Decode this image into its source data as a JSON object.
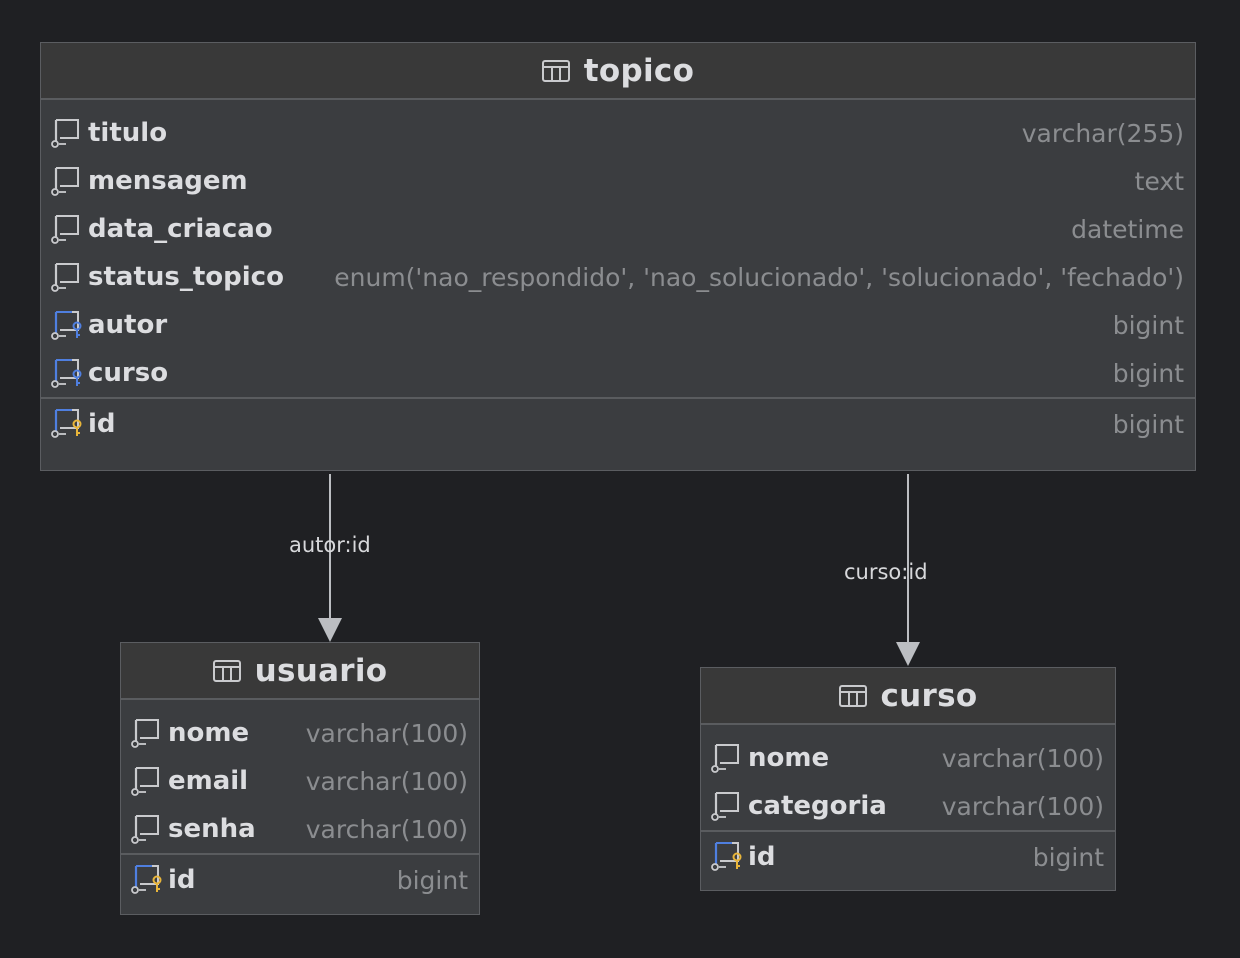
{
  "tables": {
    "topico": {
      "name": "topico",
      "columns": [
        {
          "name": "titulo",
          "type": "varchar(255)",
          "kind": "column"
        },
        {
          "name": "mensagem",
          "type": "text",
          "kind": "column"
        },
        {
          "name": "data_criacao",
          "type": "datetime",
          "kind": "column"
        },
        {
          "name": "status_topico",
          "type": "enum('nao_respondido', 'nao_solucionado', 'solucionado', 'fechado')",
          "kind": "column"
        },
        {
          "name": "autor",
          "type": "bigint",
          "kind": "foreign-key"
        },
        {
          "name": "curso",
          "type": "bigint",
          "kind": "foreign-key"
        }
      ],
      "primary_key": {
        "name": "id",
        "type": "bigint",
        "kind": "primary-key"
      }
    },
    "usuario": {
      "name": "usuario",
      "columns": [
        {
          "name": "nome",
          "type": "varchar(100)",
          "kind": "column"
        },
        {
          "name": "email",
          "type": "varchar(100)",
          "kind": "column"
        },
        {
          "name": "senha",
          "type": "varchar(100)",
          "kind": "column"
        }
      ],
      "primary_key": {
        "name": "id",
        "type": "bigint",
        "kind": "primary-key"
      }
    },
    "curso": {
      "name": "curso",
      "columns": [
        {
          "name": "nome",
          "type": "varchar(100)",
          "kind": "column"
        },
        {
          "name": "categoria",
          "type": "varchar(100)",
          "kind": "column"
        }
      ],
      "primary_key": {
        "name": "id",
        "type": "bigint",
        "kind": "primary-key"
      }
    }
  },
  "relations": [
    {
      "from": "topico",
      "to": "usuario",
      "label": "autor:id"
    },
    {
      "from": "topico",
      "to": "curso",
      "label": "curso:id"
    }
  ],
  "colors": {
    "background": "#1f2023",
    "table_body": "#3b3d40",
    "table_header": "#393939",
    "border": "#5b5d61",
    "text": "#dcdde0",
    "type_text": "#8b8d90",
    "fk_accent": "#4f7fe0",
    "pk_accent": "#e8b53a",
    "edge": "#bcbec2"
  },
  "icons": {
    "table": "table-grid-icon",
    "column": "column-icon",
    "foreign-key": "foreign-key-column-icon",
    "primary-key": "primary-key-column-icon"
  }
}
